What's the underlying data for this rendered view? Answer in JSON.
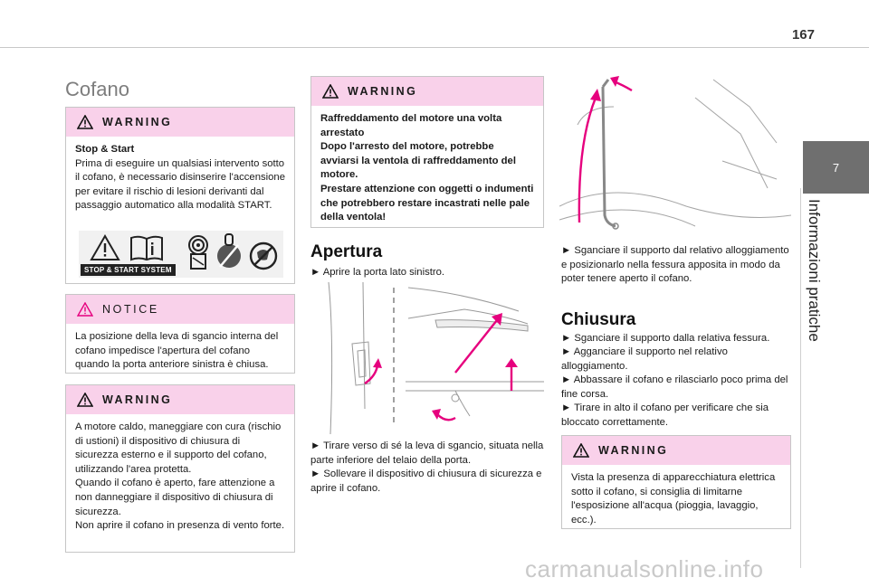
{
  "page": {
    "number": "167"
  },
  "chapter": {
    "number": "7",
    "title": "Informazioni pratiche"
  },
  "section_title": "Cofano",
  "warning1": {
    "head": "WARNING",
    "line1": "Stop & Start",
    "body": "Prima di eseguire un qualsiasi intervento sotto il cofano, è necessario disinserire l'accensione per evitare il rischio di lesioni derivanti dal passaggio automatico alla modalità START.",
    "badge": "STOP & START SYSTEM"
  },
  "notice": {
    "head": "NOTICE",
    "body": "La posizione della leva di sgancio interna del cofano impedisce l'apertura del cofano quando la porta anteriore sinistra è chiusa."
  },
  "warning2": {
    "head": "WARNING",
    "p1": "A motore caldo, maneggiare con cura (rischio di ustioni) il dispositivo di chiusura di sicurezza esterno e il supporto del cofano, utilizzando l'area protetta.",
    "p2": "Quando il cofano è aperto, fare attenzione a non danneggiare il dispositivo di chiusura di sicurezza.",
    "p3": "Non aprire il cofano in presenza di vento forte."
  },
  "warning3": {
    "head": "WARNING",
    "l1": "Raffreddamento del motore una volta arrestato",
    "l2": "Dopo l'arresto del motore, potrebbe avviarsi la ventola di raffreddamento del motore.",
    "l3": "Prestare attenzione con oggetti o indumenti che potrebbero restare incastrati nelle pale della ventola!"
  },
  "apertura": {
    "title": "Apertura",
    "step1": "► Aprire la porta lato sinistro.",
    "step2": "► Tirare verso di sé la leva di sgancio, situata nella parte inferiore del telaio della porta.",
    "step3": "► Sollevare il dispositivo di chiusura di sicurezza e aprire il cofano."
  },
  "col3": {
    "step1": "► Sganciare il supporto dal relativo alloggiamento e posizionarlo nella fessura apposita in modo da poter tenere aperto il cofano."
  },
  "chiusura": {
    "title": "Chiusura",
    "step1": "► Sganciare il supporto dalla relativa fessura.",
    "step2": "► Agganciare il supporto nel relativo alloggiamento.",
    "step3": "► Abbassare il cofano e rilasciarlo poco prima del fine corsa.",
    "step4": "► Tirare in alto il cofano per verificare che sia bloccato correttamente."
  },
  "warning4": {
    "head": "WARNING",
    "body": "Vista la presenza di apparecchiatura elettrica sotto il cofano, si consiglia di limitarne l'esposizione all'acqua (pioggia, lavaggio, ecc.)."
  },
  "watermark": "carmanualsonline.info",
  "colors": {
    "accent_pink": "#f9d1ea",
    "arrow_magenta": "#e6007e",
    "tab_gray": "#6f6f6f"
  }
}
